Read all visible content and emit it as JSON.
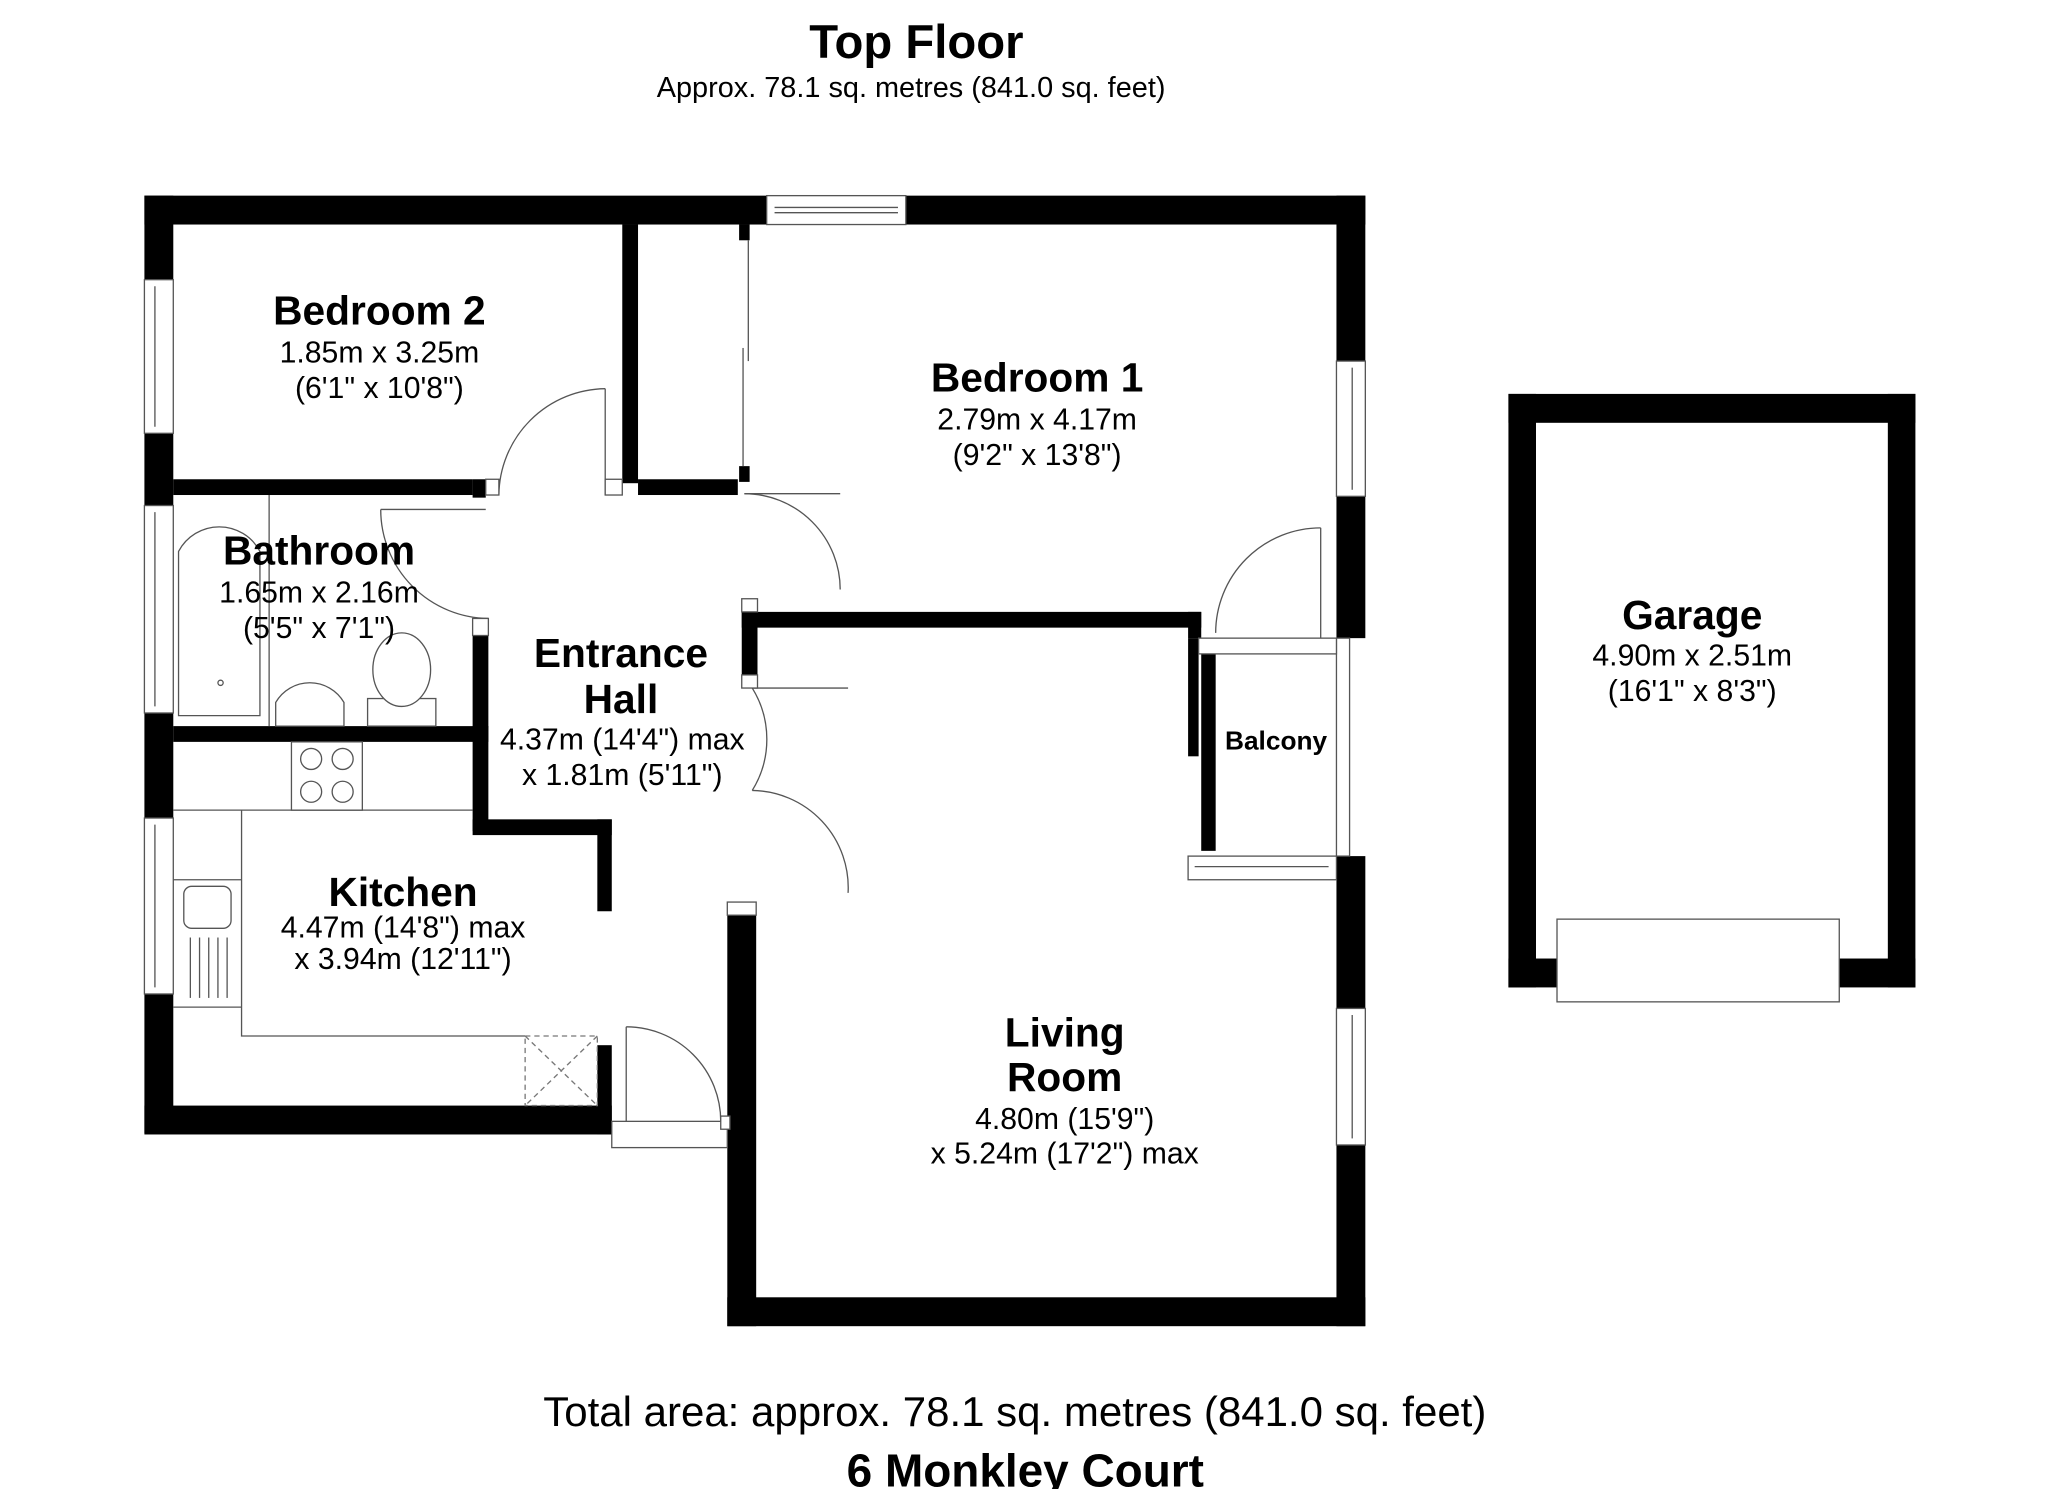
{
  "header": {
    "title": "Top Floor",
    "subtitle": "Approx. 78.1 sq. metres (841.0 sq. feet)"
  },
  "rooms": {
    "bedroom2": {
      "name": "Bedroom 2",
      "dim_m": "1.85m x 3.25m",
      "dim_ft": "(6'1\" x 10'8\")"
    },
    "bedroom1": {
      "name": "Bedroom 1",
      "dim_m": "2.79m x 4.17m",
      "dim_ft": "(9'2\" x 13'8\")"
    },
    "bathroom": {
      "name": "Bathroom",
      "dim_m": "1.65m x 2.16m",
      "dim_ft": "(5'5\" x 7'1\")"
    },
    "entrance_hall": {
      "name_line1": "Entrance",
      "name_line2": "Hall",
      "dim_line1": "4.37m (14'4\") max",
      "dim_line2": "x 1.81m (5'11\")"
    },
    "kitchen": {
      "name": "Kitchen",
      "dim_line1": "4.47m (14'8\") max",
      "dim_line2": "x 3.94m (12'11\")"
    },
    "living_room": {
      "name_line1": "Living",
      "name_line2": "Room",
      "dim_line1": "4.80m (15'9\")",
      "dim_line2": "x 5.24m (17'2\") max"
    },
    "balcony": {
      "name": "Balcony"
    },
    "garage": {
      "name": "Garage",
      "dim_m": "4.90m x 2.51m",
      "dim_ft": "(16'1\" x 8'3\")"
    }
  },
  "footer": {
    "total_area": "Total area: approx. 78.1 sq. metres (841.0 sq. feet)",
    "address": "6 Monkley Court"
  },
  "colors": {
    "wall": "#000000",
    "background": "#ffffff",
    "fixture_line": "#555555"
  }
}
